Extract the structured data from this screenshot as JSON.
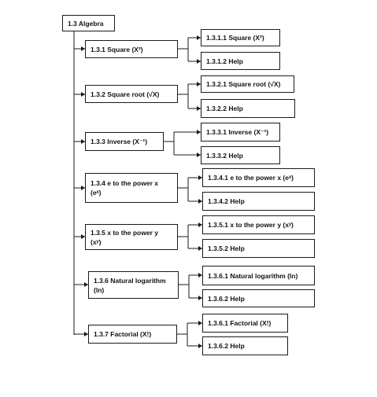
{
  "root": {
    "label": "1.3 Algebra"
  },
  "groups": [
    {
      "label": "1.3.1 Square (X²)",
      "children": [
        "1.3.1.1 Square (X²)",
        "1.3.1.2 Help"
      ]
    },
    {
      "label": "1.3.2 Square root (√X)",
      "children": [
        "1.3.2.1 Square root (√X)",
        "1.3.2.2 Help"
      ]
    },
    {
      "label": "1.3.3 Inverse (X⁻¹)",
      "children": [
        "1.3.3.1 Inverse (X⁻¹)",
        "1.3.3.2 Help"
      ]
    },
    {
      "label": "1.3.4 e to the power x\n(eˣ)",
      "children": [
        "1.3.4.1 e to the power x (eˣ)",
        "1.3.4.2 Help"
      ]
    },
    {
      "label": "1.3.5 x to the power y\n(xʸ)",
      "children": [
        "1.3.5.1 x to the power y (xʸ)",
        "1.3.5.2 Help"
      ]
    },
    {
      "label": "1.3.6 Natural logarithm\n(ln)",
      "children": [
        "1.3.6.1 Natural logarithm (ln)",
        "1.3.6.2 Help"
      ]
    },
    {
      "label": "1.3.7 Factorial (X!)",
      "children": [
        "1.3.6.1 Factorial (X!)",
        "1.3.6.2 Help"
      ]
    }
  ]
}
